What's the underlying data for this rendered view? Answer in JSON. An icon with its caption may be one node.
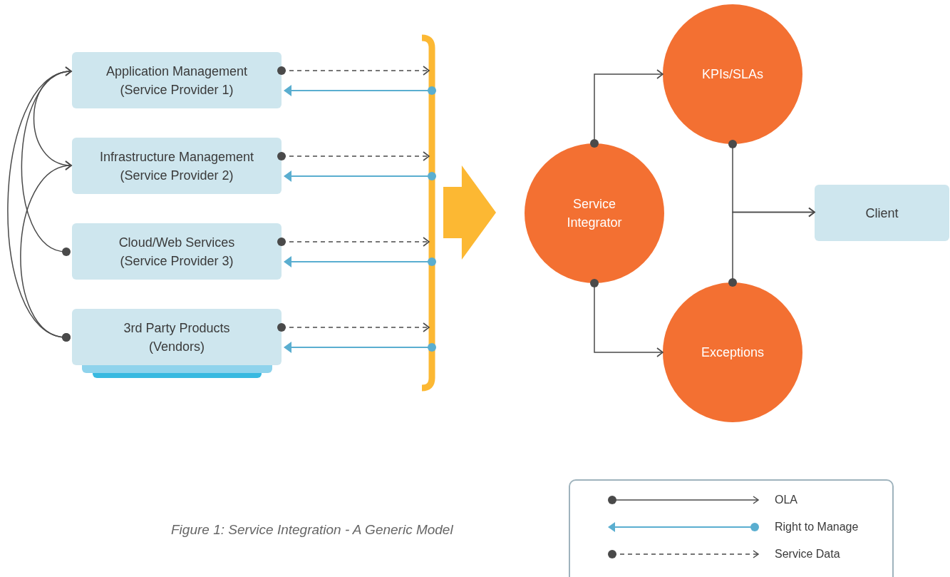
{
  "diagram": {
    "caption": "Figure 1: Service Integration - A Generic Model",
    "nodes": [
      {
        "text": [
          "Application Management",
          "(Service Provider 1)"
        ]
      },
      {
        "text": [
          "Infrastructure Management",
          "(Service Provider 2)"
        ]
      },
      {
        "text": [
          "Cloud/Web Services",
          "(Service Provider 3)"
        ]
      },
      {
        "text": [
          "3rd Party Products",
          "(Vendors)"
        ]
      },
      {
        "text": [],
        "shape": "bar"
      },
      {
        "text": [
          "Service Integrator"
        ]
      },
      {
        "text": [
          "KPIs/SLAs"
        ]
      },
      {
        "text": [
          "Exceptions"
        ]
      },
      {
        "text": [
          "Client"
        ]
      }
    ],
    "edges": [
      {
        "from": 2,
        "to": 0,
        "arrow": "to"
      },
      {
        "from": 3,
        "to": 0,
        "arrow": "to"
      },
      {
        "from": 3,
        "to": 1,
        "arrow": "to"
      },
      {
        "from": 0,
        "to": 1,
        "arrow": "to"
      },
      {
        "from": 0,
        "to": 4,
        "arrow": "to",
        "style": "dashed"
      },
      {
        "from": 1,
        "to": 4,
        "arrow": "to",
        "style": "dashed"
      },
      {
        "from": 2,
        "to": 4,
        "arrow": "to",
        "style": "dashed"
      },
      {
        "from": 3,
        "to": 4,
        "arrow": "to",
        "style": "dashed"
      },
      {
        "from": 4,
        "to": 0,
        "arrow": "to",
        "color": "#5aaed0"
      },
      {
        "from": 4,
        "to": 1,
        "arrow": "to",
        "color": "#5aaed0"
      },
      {
        "from": 4,
        "to": 2,
        "arrow": "to",
        "color": "#5aaed0"
      },
      {
        "from": 4,
        "to": 3,
        "arrow": "to",
        "color": "#5aaed0"
      },
      {
        "from": 4,
        "to": 5,
        "arrow": "to",
        "style": "thick",
        "color": "#fcb833"
      },
      {
        "from": 5,
        "to": 6,
        "arrow": "to"
      },
      {
        "from": 5,
        "to": 7,
        "arrow": "to"
      },
      {
        "from": 6,
        "to": 8,
        "arrow": "to"
      },
      {
        "from": 7,
        "to": 8,
        "arrow": "to"
      }
    ],
    "legend": [
      {
        "text": "OLA"
      },
      {
        "text": "Right to Manage"
      },
      {
        "text": "Service Data"
      }
    ]
  }
}
